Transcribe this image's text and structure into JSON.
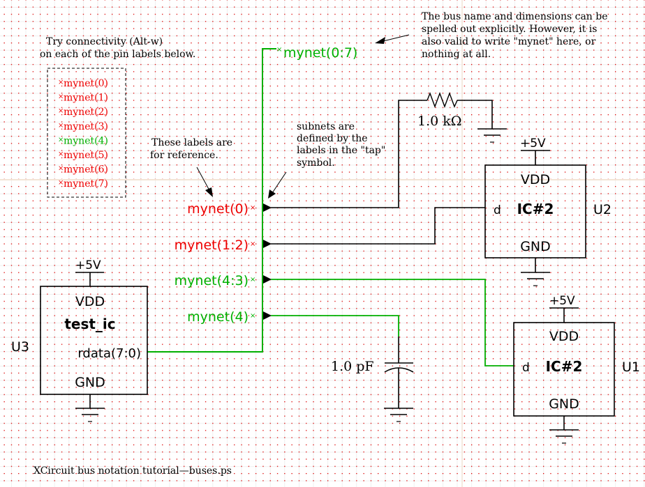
{
  "colors": {
    "wire": "#000000",
    "bus": "#00b000",
    "label_red": "#ee0000",
    "label_green": "#00b000",
    "grid_dot": "#dd0000",
    "grid_line": "#ebebeb",
    "page_line": "#f5e6d8"
  },
  "notes": {
    "try_line1": "Try connectivity (Alt-w)",
    "try_line2": "on each of the pin labels below.",
    "bus_line1": "The bus name and dimensions can be",
    "bus_line2": "spelled out explicitly.  However, it is",
    "bus_line3": "also valid to write \"mynet\" here, or",
    "bus_line4": "nothing at all.",
    "ref_line1": "These labels are",
    "ref_line2": "for reference.",
    "sub_line1": "subnets are",
    "sub_line2": "defined by the",
    "sub_line3": "labels in the \"tap\"",
    "sub_line4": "symbol.",
    "footer": "XCircuit bus notation tutorial—buses.ps"
  },
  "reference_labels": [
    {
      "text": "mynet(0)",
      "color": "red"
    },
    {
      "text": "mynet(1)",
      "color": "red"
    },
    {
      "text": "mynet(2)",
      "color": "red"
    },
    {
      "text": "mynet(3)",
      "color": "red"
    },
    {
      "text": "mynet(4)",
      "color": "green"
    },
    {
      "text": "mynet(5)",
      "color": "red"
    },
    {
      "text": "mynet(6)",
      "color": "red"
    },
    {
      "text": "mynet(7)",
      "color": "red"
    }
  ],
  "bus": {
    "label": "mynet(0:7)",
    "pin_mark": "×"
  },
  "taps": [
    {
      "label": "mynet(0)",
      "color": "red"
    },
    {
      "label": "mynet(1:2)",
      "color": "red"
    },
    {
      "label": "mynet(4:3)",
      "color": "green"
    },
    {
      "label": "mynet(4)",
      "color": "green"
    }
  ],
  "components": {
    "resistor": {
      "value": "1.0 kΩ"
    },
    "capacitor": {
      "value": "1.0 pF"
    },
    "ground_mark": "-",
    "u2": {
      "ref": "U2",
      "name": "IC#2",
      "vdd": "VDD",
      "gnd": "GND",
      "pin": "d",
      "power": "+5V"
    },
    "u1": {
      "ref": "U1",
      "name": "IC#2",
      "vdd": "VDD",
      "gnd": "GND",
      "pin": "d",
      "power": "+5V"
    },
    "u3": {
      "ref": "U3",
      "name": "test_ic",
      "vdd": "VDD",
      "gnd": "GND",
      "pin": "rdata(7:0)",
      "power": "+5V"
    }
  }
}
